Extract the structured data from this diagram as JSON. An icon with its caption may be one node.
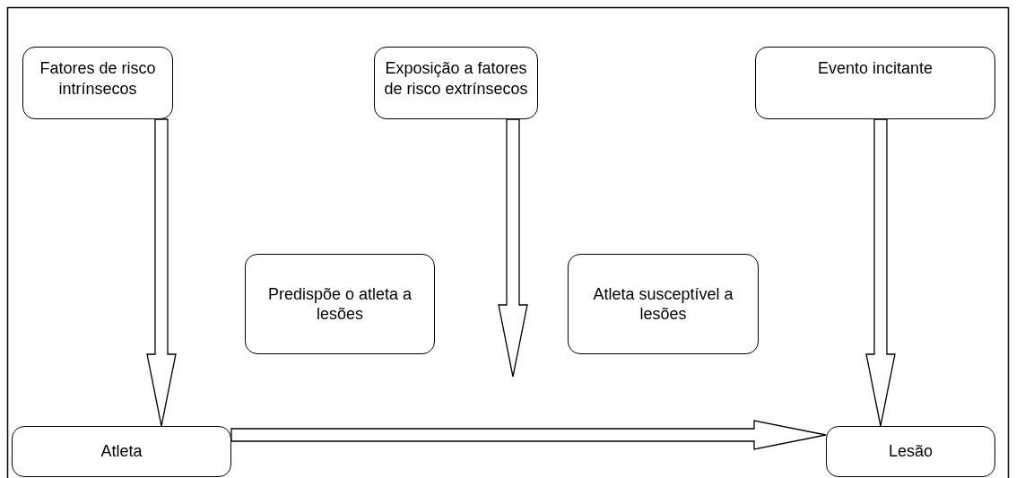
{
  "diagram": {
    "nodes": [
      {
        "text": [
          "Fatores de risco intrínsecos"
        ]
      },
      {
        "text": [
          "Exposição a fatores de risco extrínsecos"
        ]
      },
      {
        "text": [
          "Evento incitante"
        ]
      },
      {
        "text": [
          "Predispõe o atleta a lesões"
        ]
      },
      {
        "text": [
          "Atleta susceptível a lesões"
        ]
      },
      {
        "text": [
          "Atleta"
        ]
      },
      {
        "text": [
          "Lesão"
        ]
      }
    ],
    "edges": [
      {
        "from": 0,
        "to": 5,
        "arrow": "to"
      },
      {
        "from": 1,
        "to": null,
        "arrow": "to"
      },
      {
        "from": 2,
        "to": 6,
        "arrow": "to"
      },
      {
        "from": 5,
        "to": 6,
        "arrow": "to"
      }
    ]
  }
}
